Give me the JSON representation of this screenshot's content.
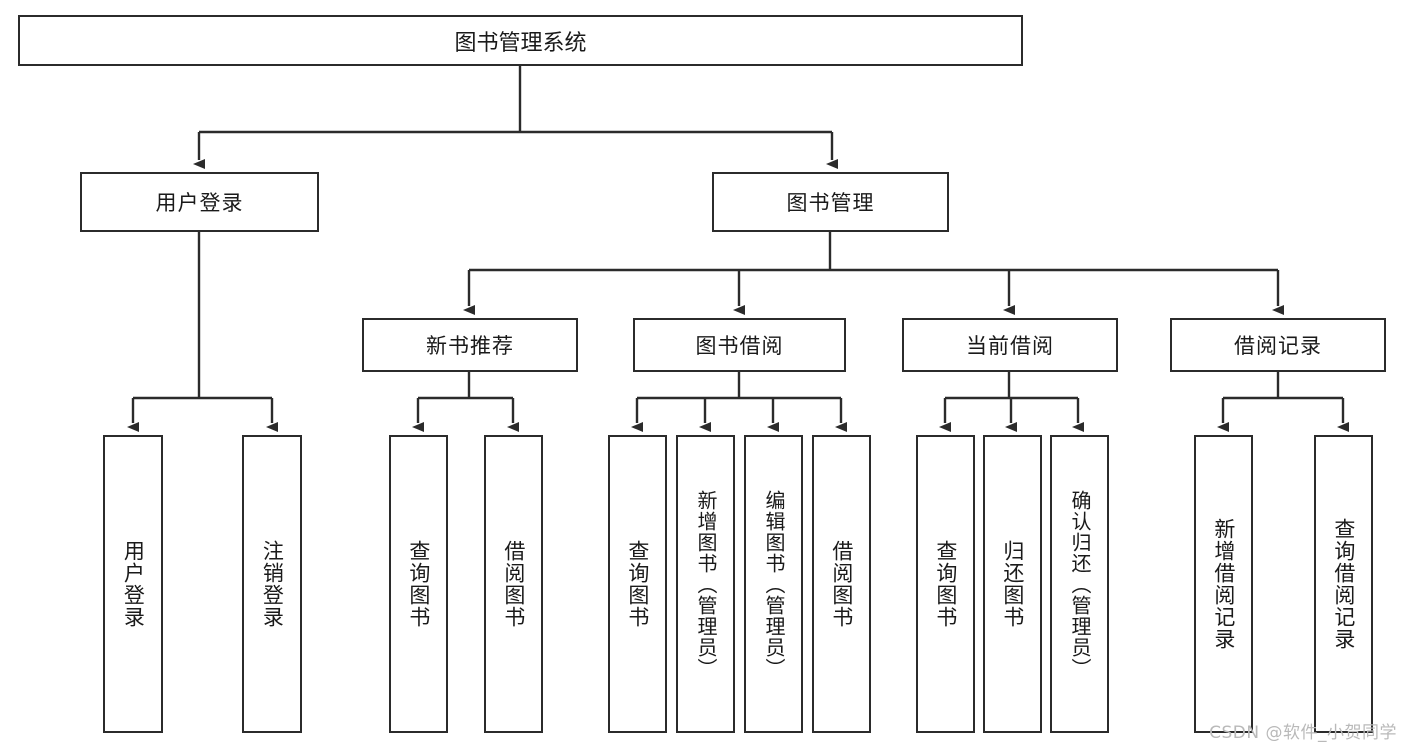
{
  "diagram": {
    "title": "图书管理系统",
    "type": "functional-structure-tree",
    "root": {
      "label": "图书管理系统"
    },
    "level2": [
      {
        "id": "user-login",
        "label": "用户登录"
      },
      {
        "id": "book-management",
        "label": "图书管理"
      }
    ],
    "level3": [
      {
        "id": "new-book-recommend",
        "label": "新书推荐",
        "parent": "book-management"
      },
      {
        "id": "book-borrow",
        "label": "图书借阅",
        "parent": "book-management"
      },
      {
        "id": "current-borrow",
        "label": "当前借阅",
        "parent": "book-management"
      },
      {
        "id": "borrow-record",
        "label": "借阅记录",
        "parent": "book-management"
      }
    ],
    "leaves": {
      "user_login": [
        {
          "id": "leaf-user-login",
          "label": "用户登录"
        },
        {
          "id": "leaf-logout-login",
          "label": "注销登录"
        }
      ],
      "new_book_recommend": [
        {
          "id": "leaf-query-book-1",
          "label": "查询图书"
        },
        {
          "id": "leaf-borrow-book-1",
          "label": "借阅图书"
        }
      ],
      "book_borrow": [
        {
          "id": "leaf-query-book-2",
          "label": "查询图书"
        },
        {
          "id": "leaf-add-book",
          "label": "新增图书（管理员）"
        },
        {
          "id": "leaf-edit-book",
          "label": "编辑图书（管理员）"
        },
        {
          "id": "leaf-borrow-book-2",
          "label": "借阅图书"
        }
      ],
      "current_borrow": [
        {
          "id": "leaf-query-book-3",
          "label": "查询图书"
        },
        {
          "id": "leaf-return-book",
          "label": "归还图书"
        },
        {
          "id": "leaf-confirm-return",
          "label": "确认归还（管理员）"
        }
      ],
      "borrow_record": [
        {
          "id": "leaf-add-record",
          "label": "新增借阅记录"
        },
        {
          "id": "leaf-query-record",
          "label": "查询借阅记录"
        }
      ]
    }
  },
  "watermark": {
    "text": "CSDN @软件_小贺同学"
  },
  "colors": {
    "border": "#2b2b2b",
    "background": "#ffffff",
    "text": "#1a1a1a",
    "connector": "#2b2b2b",
    "watermark": "#b9b9b9"
  }
}
